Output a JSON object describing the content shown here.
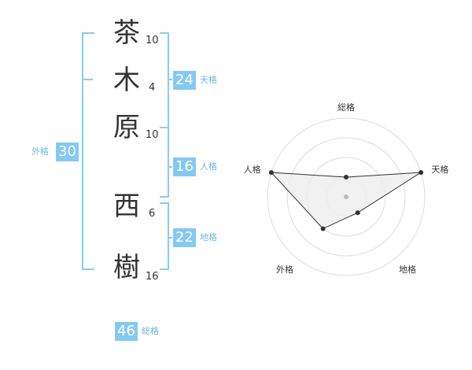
{
  "name_chars": [
    {
      "char": "茶",
      "strokes": "10"
    },
    {
      "char": "木",
      "strokes": "4"
    },
    {
      "char": "原",
      "strokes": "10"
    },
    {
      "char": "西",
      "strokes": "6"
    },
    {
      "char": "樹",
      "strokes": "16"
    }
  ],
  "scores": {
    "tenkaku": {
      "value": "24",
      "label": "天格"
    },
    "jinkaku": {
      "value": "16",
      "label": "人格"
    },
    "chikaku": {
      "value": "22",
      "label": "地格"
    },
    "gaikaku": {
      "value": "30",
      "label": "外格"
    },
    "soukaku": {
      "value": "46",
      "label": "総格"
    }
  },
  "colors": {
    "accent": "#84c9f2",
    "bracket": "#8ccbf0",
    "radar_fill": "#eeeeee",
    "grid": "#dddddd"
  },
  "chart_data": {
    "type": "radar",
    "axes": [
      "総格",
      "天格",
      "地格",
      "外格",
      "人格"
    ],
    "values": [
      1,
      4,
      1,
      2,
      4
    ],
    "rmax": 4,
    "rings": 4
  }
}
